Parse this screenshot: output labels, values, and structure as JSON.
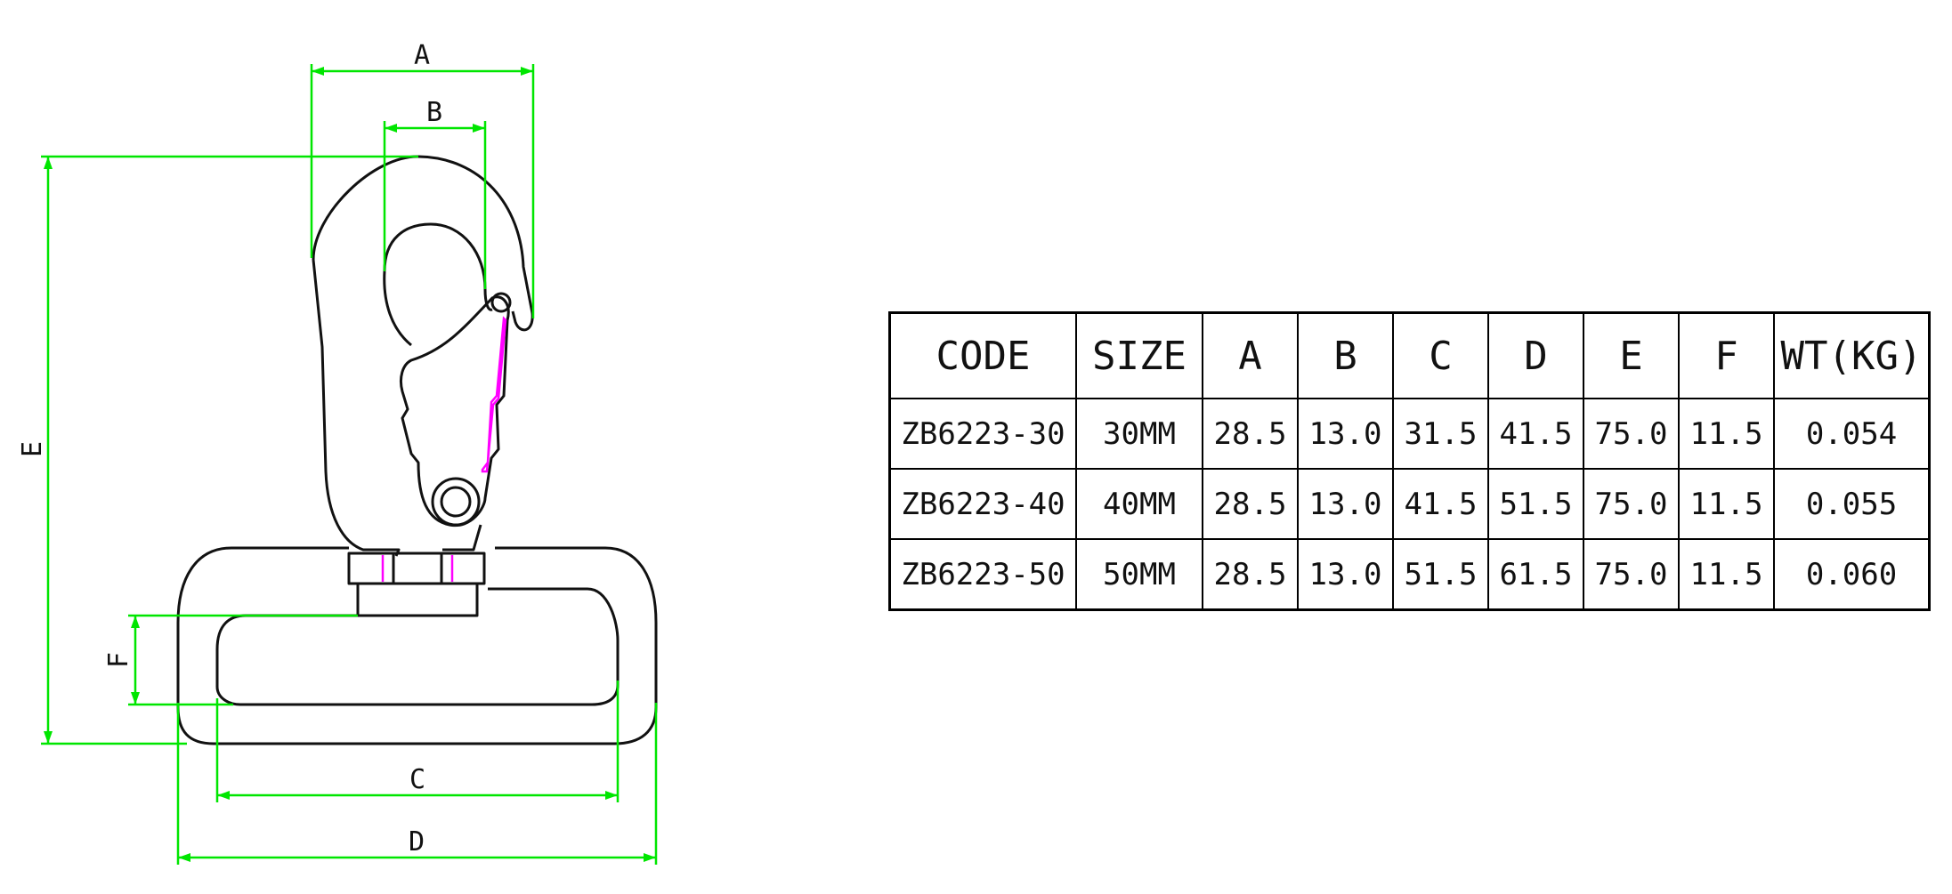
{
  "drawing": {
    "dimension_labels": {
      "A": "A",
      "B": "B",
      "C": "C",
      "D": "D",
      "E": "E",
      "F": "F"
    },
    "colors": {
      "dimension": "#00e600",
      "outline": "#111111",
      "accent": "#ff00ff"
    }
  },
  "table": {
    "headers": [
      "CODE",
      "SIZE",
      "A",
      "B",
      "C",
      "D",
      "E",
      "F",
      "WT(KG)"
    ],
    "rows": [
      [
        "ZB6223-30",
        "30MM",
        "28.5",
        "13.0",
        "31.5",
        "41.5",
        "75.0",
        "11.5",
        "0.054"
      ],
      [
        "ZB6223-40",
        "40MM",
        "28.5",
        "13.0",
        "41.5",
        "51.5",
        "75.0",
        "11.5",
        "0.055"
      ],
      [
        "ZB6223-50",
        "50MM",
        "28.5",
        "13.0",
        "51.5",
        "61.5",
        "75.0",
        "11.5",
        "0.060"
      ]
    ]
  }
}
